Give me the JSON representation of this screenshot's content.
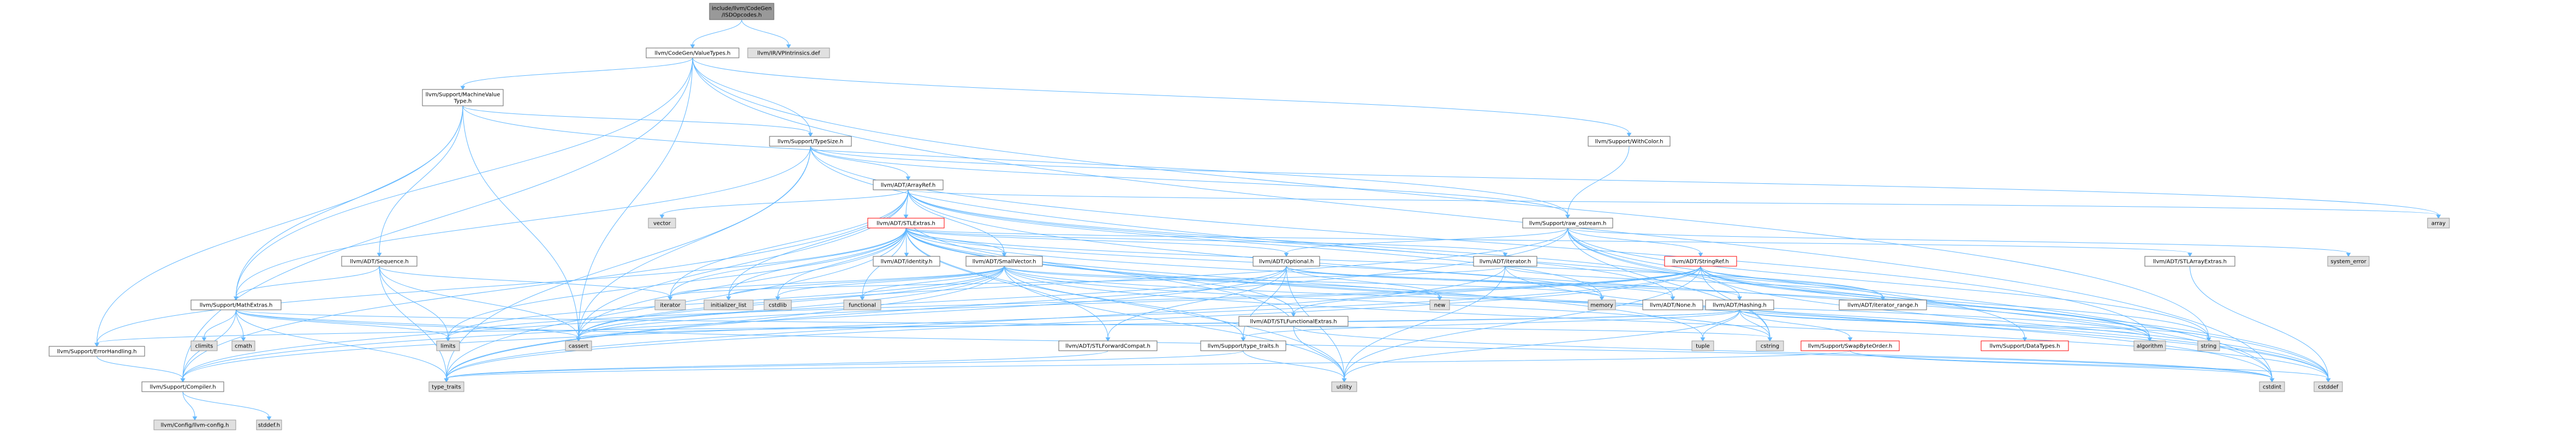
{
  "nodes": [
    {
      "id": "n_root",
      "label": [
        "include/llvm/CodeGen",
        "/ISDOpcodes.h"
      ],
      "kind": "root"
    },
    {
      "id": "n_cgvt",
      "label": [
        "llvm/CodeGen/ValueTypes.h"
      ],
      "kind": "normal"
    },
    {
      "id": "n_vpintr",
      "label": [
        "llvm/IR/VPIntrinsics.def"
      ],
      "kind": "ext"
    },
    {
      "id": "n_mvt",
      "label": [
        "llvm/Support/MachineValue",
        "Type.h"
      ],
      "kind": "normal"
    },
    {
      "id": "n_typesize",
      "label": [
        "llvm/Support/TypeSize.h"
      ],
      "kind": "normal"
    },
    {
      "id": "n_withcolor",
      "label": [
        "llvm/Support/WithColor.h"
      ],
      "kind": "normal"
    },
    {
      "id": "n_arrayref",
      "label": [
        "llvm/ADT/ArrayRef.h"
      ],
      "kind": "normal"
    },
    {
      "id": "n_vector",
      "label": [
        "vector"
      ],
      "kind": "sys"
    },
    {
      "id": "n_stlextras",
      "label": [
        "llvm/ADT/STLExtras.h"
      ],
      "kind": "red"
    },
    {
      "id": "n_rawostream",
      "label": [
        "llvm/Support/raw_ostream.h"
      ],
      "kind": "normal"
    },
    {
      "id": "n_array",
      "label": [
        "array"
      ],
      "kind": "sys"
    },
    {
      "id": "n_sequence",
      "label": [
        "llvm/ADT/Sequence.h"
      ],
      "kind": "normal"
    },
    {
      "id": "n_identity",
      "label": [
        "llvm/ADT/identity.h"
      ],
      "kind": "normal"
    },
    {
      "id": "n_smallvector",
      "label": [
        "llvm/ADT/SmallVector.h"
      ],
      "kind": "normal"
    },
    {
      "id": "n_optional",
      "label": [
        "llvm/ADT/Optional.h"
      ],
      "kind": "normal"
    },
    {
      "id": "n_adtiterator",
      "label": [
        "llvm/ADT/iterator.h"
      ],
      "kind": "normal"
    },
    {
      "id": "n_stringref",
      "label": [
        "llvm/ADT/StringRef.h"
      ],
      "kind": "red"
    },
    {
      "id": "n_stlarrayextras",
      "label": [
        "llvm/ADT/STLArrayExtras.h"
      ],
      "kind": "normal"
    },
    {
      "id": "n_systemerror",
      "label": [
        "system_error"
      ],
      "kind": "sys"
    },
    {
      "id": "n_mathextras",
      "label": [
        "llvm/Support/MathExtras.h"
      ],
      "kind": "normal"
    },
    {
      "id": "n_iterator",
      "label": [
        "iterator"
      ],
      "kind": "sys"
    },
    {
      "id": "n_initlist",
      "label": [
        "initializer_list"
      ],
      "kind": "sys"
    },
    {
      "id": "n_cstdlib",
      "label": [
        "cstdlib"
      ],
      "kind": "sys"
    },
    {
      "id": "n_functional",
      "label": [
        "functional"
      ],
      "kind": "sys"
    },
    {
      "id": "n_new",
      "label": [
        "new"
      ],
      "kind": "sys"
    },
    {
      "id": "n_memory",
      "label": [
        "memory"
      ],
      "kind": "sys"
    },
    {
      "id": "n_none",
      "label": [
        "llvm/ADT/None.h"
      ],
      "kind": "normal"
    },
    {
      "id": "n_hashing",
      "label": [
        "llvm/ADT/Hashing.h"
      ],
      "kind": "normal"
    },
    {
      "id": "n_iterrange",
      "label": [
        "llvm/ADT/iterator_range.h"
      ],
      "kind": "normal"
    },
    {
      "id": "n_stlfunctional",
      "label": [
        "llvm/ADT/STLFunctionalExtras.h"
      ],
      "kind": "normal"
    },
    {
      "id": "n_climits",
      "label": [
        "climits"
      ],
      "kind": "sys"
    },
    {
      "id": "n_cmath",
      "label": [
        "cmath"
      ],
      "kind": "sys"
    },
    {
      "id": "n_limits",
      "label": [
        "limits"
      ],
      "kind": "sys"
    },
    {
      "id": "n_cassert",
      "label": [
        "cassert"
      ],
      "kind": "sys"
    },
    {
      "id": "n_errhandling",
      "label": [
        "llvm/Support/ErrorHandling.h"
      ],
      "kind": "normal"
    },
    {
      "id": "n_stlfwd",
      "label": [
        "llvm/ADT/STLForwardCompat.h"
      ],
      "kind": "normal"
    },
    {
      "id": "n_typetraits_h",
      "label": [
        "llvm/Support/type_traits.h"
      ],
      "kind": "normal"
    },
    {
      "id": "n_tuple",
      "label": [
        "tuple"
      ],
      "kind": "sys"
    },
    {
      "id": "n_cstring",
      "label": [
        "cstring"
      ],
      "kind": "sys"
    },
    {
      "id": "n_swapbyte",
      "label": [
        "llvm/Support/SwapByteOrder.h"
      ],
      "kind": "red"
    },
    {
      "id": "n_datatypes",
      "label": [
        "llvm/Support/DataTypes.h"
      ],
      "kind": "red"
    },
    {
      "id": "n_algorithm",
      "label": [
        "algorithm"
      ],
      "kind": "sys"
    },
    {
      "id": "n_string",
      "label": [
        "string"
      ],
      "kind": "sys"
    },
    {
      "id": "n_compiler",
      "label": [
        "llvm/Support/Compiler.h"
      ],
      "kind": "normal"
    },
    {
      "id": "n_typetraits",
      "label": [
        "type_traits"
      ],
      "kind": "sys"
    },
    {
      "id": "n_utility",
      "label": [
        "utility"
      ],
      "kind": "sys"
    },
    {
      "id": "n_cstdint",
      "label": [
        "cstdint"
      ],
      "kind": "sys"
    },
    {
      "id": "n_cstddef",
      "label": [
        "cstddef"
      ],
      "kind": "sys"
    },
    {
      "id": "n_llvmconfig",
      "label": [
        "llvm/Config/llvm-config.h"
      ],
      "kind": "sys"
    },
    {
      "id": "n_stddef",
      "label": [
        "stddef.h"
      ],
      "kind": "sys"
    }
  ],
  "edges": [
    [
      "n_root",
      "n_cgvt"
    ],
    [
      "n_root",
      "n_vpintr"
    ],
    [
      "n_cgvt",
      "n_mvt"
    ],
    [
      "n_cgvt",
      "n_typesize"
    ],
    [
      "n_cgvt",
      "n_withcolor"
    ],
    [
      "n_cgvt",
      "n_mathextras"
    ],
    [
      "n_cgvt",
      "n_compiler"
    ],
    [
      "n_cgvt",
      "n_cassert"
    ],
    [
      "n_cgvt",
      "n_cstdint"
    ],
    [
      "n_cgvt",
      "n_string"
    ],
    [
      "n_mvt",
      "n_typesize"
    ],
    [
      "n_mvt",
      "n_sequence"
    ],
    [
      "n_mvt",
      "n_errhandling"
    ],
    [
      "n_mvt",
      "n_mathextras"
    ],
    [
      "n_mvt",
      "n_rawostream"
    ],
    [
      "n_mvt",
      "n_cassert"
    ],
    [
      "n_typesize",
      "n_arrayref"
    ],
    [
      "n_typesize",
      "n_mathextras"
    ],
    [
      "n_typesize",
      "n_rawostream"
    ],
    [
      "n_typesize",
      "n_algorithm"
    ],
    [
      "n_typesize",
      "n_array"
    ],
    [
      "n_typesize",
      "n_cassert"
    ],
    [
      "n_typesize",
      "n_cstdint"
    ],
    [
      "n_typesize",
      "n_typetraits"
    ],
    [
      "n_withcolor",
      "n_rawostream"
    ],
    [
      "n_arrayref",
      "n_vector"
    ],
    [
      "n_arrayref",
      "n_stlextras"
    ],
    [
      "n_arrayref",
      "n_smallvector"
    ],
    [
      "n_arrayref",
      "n_hashing"
    ],
    [
      "n_arrayref",
      "n_none"
    ],
    [
      "n_arrayref",
      "n_compiler"
    ],
    [
      "n_arrayref",
      "n_array"
    ],
    [
      "n_arrayref",
      "n_cassert"
    ],
    [
      "n_arrayref",
      "n_iterator"
    ],
    [
      "n_arrayref",
      "n_memory"
    ],
    [
      "n_arrayref",
      "n_cstddef"
    ],
    [
      "n_arrayref",
      "n_initlist"
    ],
    [
      "n_stlextras",
      "n_identity"
    ],
    [
      "n_stlextras",
      "n_smallvector"
    ],
    [
      "n_stlextras",
      "n_optional"
    ],
    [
      "n_stlextras",
      "n_adtiterator"
    ],
    [
      "n_stlextras",
      "n_iterrange"
    ],
    [
      "n_stlextras",
      "n_stlarrayextras"
    ],
    [
      "n_stlextras",
      "n_stlfunctional"
    ],
    [
      "n_stlextras",
      "n_stlfwd"
    ],
    [
      "n_stlextras",
      "n_errhandling"
    ],
    [
      "n_stlextras",
      "n_algorithm"
    ],
    [
      "n_stlextras",
      "n_cassert"
    ],
    [
      "n_stlextras",
      "n_cstddef"
    ],
    [
      "n_stlextras",
      "n_cstdint"
    ],
    [
      "n_stlextras",
      "n_cstdlib"
    ],
    [
      "n_stlextras",
      "n_functional"
    ],
    [
      "n_stlextras",
      "n_initlist"
    ],
    [
      "n_stlextras",
      "n_iterator"
    ],
    [
      "n_stlextras",
      "n_limits"
    ],
    [
      "n_stlextras",
      "n_memory"
    ],
    [
      "n_stlextras",
      "n_tuple"
    ],
    [
      "n_stlextras",
      "n_typetraits"
    ],
    [
      "n_stlextras",
      "n_utility"
    ],
    [
      "n_rawostream",
      "n_stringref"
    ],
    [
      "n_rawostream",
      "n_datatypes"
    ],
    [
      "n_rawostream",
      "n_cassert"
    ],
    [
      "n_rawostream",
      "n_cstddef"
    ],
    [
      "n_rawostream",
      "n_cstdint"
    ],
    [
      "n_rawostream",
      "n_cstring"
    ],
    [
      "n_rawostream",
      "n_optional"
    ],
    [
      "n_rawostream",
      "n_string"
    ],
    [
      "n_rawostream",
      "n_systemerror"
    ],
    [
      "n_rawostream",
      "n_typetraits"
    ],
    [
      "n_sequence",
      "n_mathextras"
    ],
    [
      "n_sequence",
      "n_cassert"
    ],
    [
      "n_sequence",
      "n_iterator"
    ],
    [
      "n_sequence",
      "n_limits"
    ],
    [
      "n_sequence",
      "n_typetraits"
    ],
    [
      "n_smallvector",
      "n_compiler"
    ],
    [
      "n_smallvector",
      "n_typetraits_h"
    ],
    [
      "n_smallvector",
      "n_algorithm"
    ],
    [
      "n_smallvector",
      "n_cassert"
    ],
    [
      "n_smallvector",
      "n_cstddef"
    ],
    [
      "n_smallvector",
      "n_cstdlib"
    ],
    [
      "n_smallvector",
      "n_cstring"
    ],
    [
      "n_smallvector",
      "n_functional"
    ],
    [
      "n_smallvector",
      "n_initlist"
    ],
    [
      "n_smallvector",
      "n_iterator"
    ],
    [
      "n_smallvector",
      "n_limits"
    ],
    [
      "n_smallvector",
      "n_memory"
    ],
    [
      "n_smallvector",
      "n_new"
    ],
    [
      "n_smallvector",
      "n_typetraits"
    ],
    [
      "n_smallvector",
      "n_utility"
    ],
    [
      "n_optional",
      "n_hashing"
    ],
    [
      "n_optional",
      "n_none"
    ],
    [
      "n_optional",
      "n_stlfwd"
    ],
    [
      "n_optional",
      "n_compiler"
    ],
    [
      "n_optional",
      "n_typetraits_h"
    ],
    [
      "n_optional",
      "n_cassert"
    ],
    [
      "n_optional",
      "n_new"
    ],
    [
      "n_optional",
      "n_utility"
    ],
    [
      "n_adtiterator",
      "n_iterrange"
    ],
    [
      "n_adtiterator",
      "n_cstddef"
    ],
    [
      "n_adtiterator",
      "n_iterator"
    ],
    [
      "n_adtiterator",
      "n_typetraits"
    ],
    [
      "n_adtiterator",
      "n_utility"
    ],
    [
      "n_stringref",
      "n_stlfunctional"
    ],
    [
      "n_stringref",
      "n_iterrange"
    ],
    [
      "n_stringref",
      "n_compiler"
    ],
    [
      "n_stringref",
      "n_algorithm"
    ],
    [
      "n_stringref",
      "n_cassert"
    ],
    [
      "n_stringref",
      "n_cstddef"
    ],
    [
      "n_stringref",
      "n_cstring"
    ],
    [
      "n_stringref",
      "n_limits"
    ],
    [
      "n_stringref",
      "n_string"
    ],
    [
      "n_stringref",
      "n_typetraits"
    ],
    [
      "n_stringref",
      "n_utility"
    ],
    [
      "n_stlarrayextras",
      "n_cstddef"
    ],
    [
      "n_mathextras",
      "n_compiler"
    ],
    [
      "n_mathextras",
      "n_cassert"
    ],
    [
      "n_mathextras",
      "n_climits"
    ],
    [
      "n_mathextras",
      "n_cmath"
    ],
    [
      "n_mathextras",
      "n_cstdint"
    ],
    [
      "n_mathextras",
      "n_cstring"
    ],
    [
      "n_mathextras",
      "n_limits"
    ],
    [
      "n_mathextras",
      "n_typetraits"
    ],
    [
      "n_hashing",
      "n_errhandling"
    ],
    [
      "n_hashing",
      "n_swapbyte"
    ],
    [
      "n_hashing",
      "n_typetraits_h"
    ],
    [
      "n_hashing",
      "n_algorithm"
    ],
    [
      "n_hashing",
      "n_cassert"
    ],
    [
      "n_hashing",
      "n_cstring"
    ],
    [
      "n_hashing",
      "n_string"
    ],
    [
      "n_hashing",
      "n_tuple"
    ],
    [
      "n_hashing",
      "n_utility"
    ],
    [
      "n_stlfunctional",
      "n_stlextras"
    ],
    [
      "n_stlfunctional",
      "n_cstdint"
    ],
    [
      "n_stlfunctional",
      "n_type_traits"
    ],
    [
      "n_stlfunctional",
      "n_utility"
    ],
    [
      "n_errhandling",
      "n_compiler"
    ],
    [
      "n_stlfwd",
      "n_typetraits"
    ],
    [
      "n_typetraits_h",
      "n_typetraits"
    ],
    [
      "n_typetraits_h",
      "n_utility"
    ],
    [
      "n_swapbyte",
      "n_cstddef"
    ],
    [
      "n_swapbyte",
      "n_cstdint"
    ],
    [
      "n_swapbyte",
      "n_typetraits"
    ],
    [
      "n_compiler",
      "n_llvmconfig"
    ],
    [
      "n_compiler",
      "n_stddef"
    ]
  ]
}
